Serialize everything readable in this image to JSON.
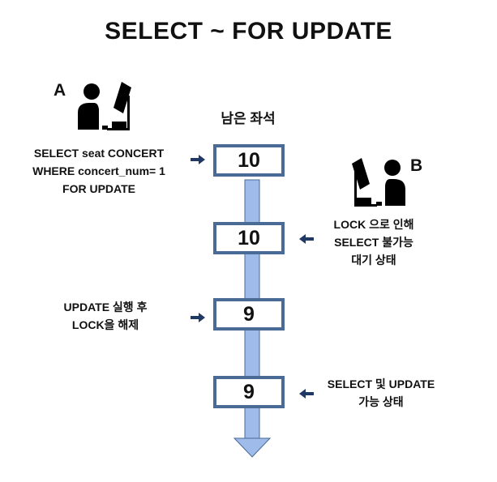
{
  "title": "SELECT ~ FOR UPDATE",
  "header": {
    "remaining_seats": "남은 좌석"
  },
  "users": {
    "a": {
      "label": "A",
      "icon": "user-at-desk-icon"
    },
    "b": {
      "label": "B",
      "icon": "user-at-desk-icon"
    }
  },
  "steps": [
    {
      "value": "10",
      "note": [
        "SELECT seat CONCERT",
        "WHERE concert_num= 1",
        "FOR UPDATE"
      ],
      "side": "left"
    },
    {
      "value": "10",
      "note": [
        "LOCK 으로 인해",
        "SELECT 불가능",
        "대기 상태"
      ],
      "side": "right"
    },
    {
      "value": "9",
      "note": [
        "UPDATE 실행 후",
        "LOCK을 해제"
      ],
      "side": "left"
    },
    {
      "value": "9",
      "note": [
        "SELECT 및 UPDATE",
        "가능 상태"
      ],
      "side": "right"
    }
  ],
  "colors": {
    "box_border": "#4a6b96",
    "flow_arrow": "#9ebbe9",
    "pointer": "#1f3864"
  }
}
